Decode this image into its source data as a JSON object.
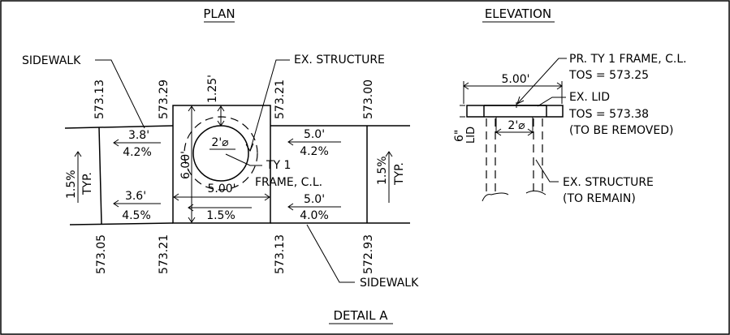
{
  "titles": {
    "plan": "PLAN",
    "elevation": "ELEVATION",
    "detail": "DETAIL A"
  },
  "plan": {
    "sidewalk_top": "SIDEWALK",
    "sidewalk_bottom": "SIDEWALK",
    "ex_structure": "EX. STRUCTURE",
    "frame_line1": "TY 1",
    "frame_line2": "FRAME, C.L.",
    "elev_top": [
      "573.13",
      "573.29",
      "573.21",
      "573.00"
    ],
    "elev_bottom": [
      "573.05",
      "573.21",
      "573.13",
      "572.93"
    ],
    "dim_offset": "1.25'",
    "dim_height": "6.00'",
    "dim_width": "5.00'",
    "dim_diameter": "2'⌀",
    "slope_mid": "1.5%",
    "left_top_len": "3.8'",
    "left_top_slope": "4.2%",
    "left_bot_len": "3.6'",
    "left_bot_slope": "4.5%",
    "right_top_len": "5.0'",
    "right_top_slope": "4.2%",
    "right_bot_len": "5.0'",
    "right_bot_slope": "4.0%",
    "cross_slope": "1.5%",
    "cross_typ": "TYP."
  },
  "elevation": {
    "frame_line1": "PR. TY 1 FRAME, C.L.",
    "frame_line2": "TOS = 573.25",
    "lid_line1": "EX. LID",
    "lid_line2": "TOS = 573.38",
    "lid_line3": "(TO BE REMOVED)",
    "structure_line1": "EX. STRUCTURE",
    "structure_line2": "(TO REMAIN)",
    "dim_width": "5.00'",
    "dim_diameter": "2'⌀",
    "dim_height": "6\"",
    "dim_height_label": "LID"
  }
}
